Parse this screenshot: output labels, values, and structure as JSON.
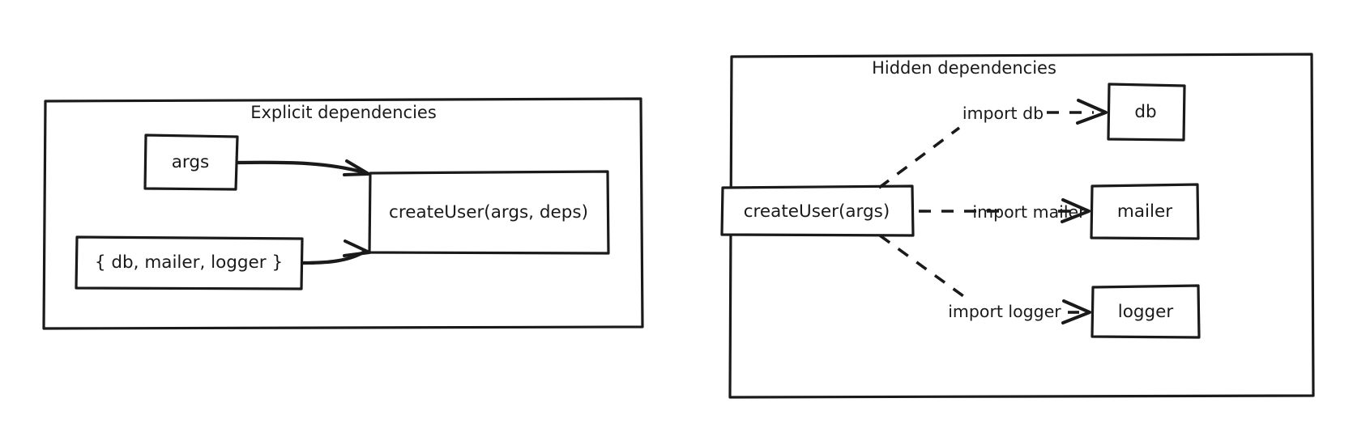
{
  "diagram": {
    "type": "comparison-diagram",
    "background_color": "#ffffff",
    "stroke_color": "#1a1a1a",
    "style": "hand-drawn-sketch"
  },
  "panels": [
    {
      "id": "explicit",
      "title": "Explicit dependencies",
      "nodes": [
        {
          "id": "args",
          "label": "args"
        },
        {
          "id": "deps",
          "label": "{ db, mailer, logger }"
        },
        {
          "id": "createUserExplicit",
          "label": "createUser(args, deps)"
        }
      ],
      "edges": [
        {
          "from": "args",
          "to": "createUserExplicit",
          "label": "",
          "style": "solid"
        },
        {
          "from": "deps",
          "to": "createUserExplicit",
          "label": "",
          "style": "solid"
        }
      ]
    },
    {
      "id": "hidden",
      "title": "Hidden dependencies",
      "nodes": [
        {
          "id": "createUserHidden",
          "label": "createUser(args)"
        },
        {
          "id": "db",
          "label": "db"
        },
        {
          "id": "mailer",
          "label": "mailer"
        },
        {
          "id": "logger",
          "label": "logger"
        }
      ],
      "edges": [
        {
          "from": "createUserHidden",
          "to": "db",
          "label": "import db",
          "style": "dashed"
        },
        {
          "from": "createUserHidden",
          "to": "mailer",
          "label": "import mailer",
          "style": "dashed"
        },
        {
          "from": "createUserHidden",
          "to": "logger",
          "label": "import logger",
          "style": "dashed"
        }
      ]
    }
  ],
  "labels": {
    "explicit_title": "Explicit dependencies",
    "hidden_title": "Hidden dependencies",
    "args": "args",
    "deps": "{ db, mailer, logger }",
    "create_user_explicit": "createUser(args, deps)",
    "create_user_hidden": "createUser(args)",
    "db": "db",
    "mailer": "mailer",
    "logger": "logger",
    "import_db": "import db",
    "import_mailer": "import mailer",
    "import_logger": "import logger"
  }
}
